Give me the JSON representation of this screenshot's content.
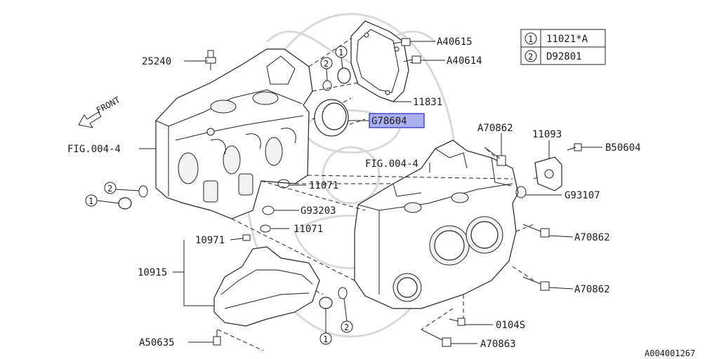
{
  "labels": {
    "p25240": "25240",
    "a40615": "A40615",
    "a40614": "A40614",
    "p11831": "11831",
    "g78604": "G78604",
    "a70862_top": "A70862",
    "p11093": "11093",
    "b50604": "B50604",
    "fig_left": "FIG.004-4",
    "fig_right": "FIG.004-4",
    "p11071_a": "11071",
    "g93107": "G93107",
    "g93203": "G93203",
    "p11071_b": "11071",
    "a70862_mid": "A70862",
    "p10971": "10971",
    "p10915": "10915",
    "a70862_low": "A70862",
    "p0104s": "0104S",
    "a50635": "A50635",
    "a70863": "A70863",
    "front": "FRONT",
    "diagram_id": "A004001267"
  },
  "callouts": {
    "one": "1",
    "two": "2"
  },
  "legend": [
    {
      "key": "1",
      "part": "11021*A"
    },
    {
      "key": "2",
      "part": "D92801"
    }
  ],
  "colors": {
    "highlight_fill": "#aab0ee",
    "highlight_stroke": "#3b45c8",
    "line": "#222222",
    "watermark": "#d9d9d9"
  }
}
